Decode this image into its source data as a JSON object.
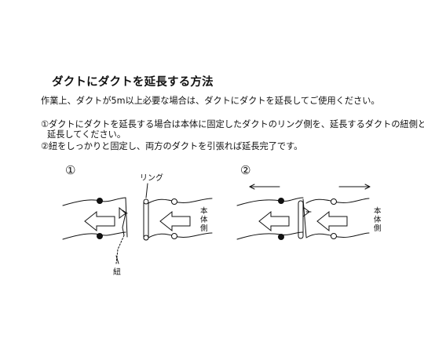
{
  "title": "ダクトにダクトを延長する方法",
  "intro": "作業上、ダクトが5m以上必要な場合は、ダクトにダクトを延長してご使用ください。",
  "steps": [
    "①ダクトにダクトを延長する場合は本体に固定したダクトのリング側を、延長するダクトの紐側と",
    "延長してください。",
    "②紐をしっかりと固定し、両方のダクトを引張れば延長完了です。"
  ],
  "figure1": {
    "number": "①",
    "ring_label": "リング",
    "string_label": "紐",
    "main_body_label": [
      "本",
      "体",
      "側"
    ]
  },
  "figure2": {
    "number": "②",
    "main_body_label": [
      "本",
      "体",
      "側"
    ]
  },
  "colors": {
    "line": "#111111",
    "background": "#ffffff"
  }
}
